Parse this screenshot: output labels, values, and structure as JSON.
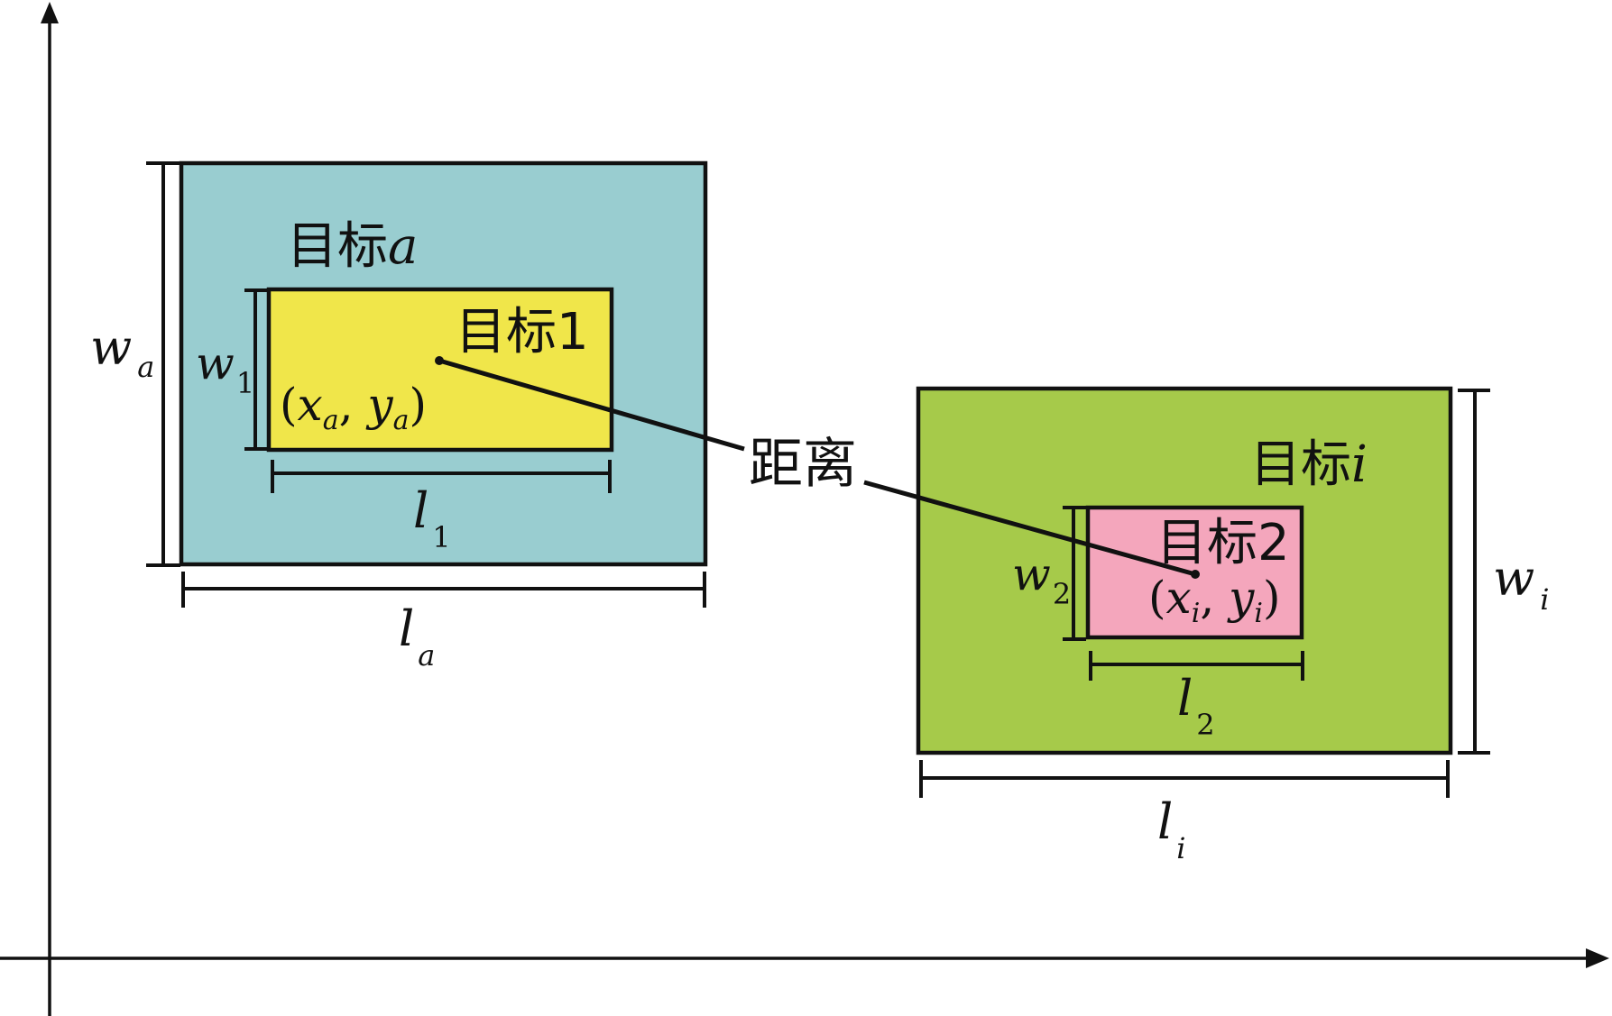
{
  "colors": {
    "target_a_fill": "#99CDD0",
    "target_1_fill": "#F0E64A",
    "target_i_fill": "#A6CA4A",
    "target_2_fill": "#F4A6BC",
    "stroke": "#111111"
  },
  "labels": {
    "target_a": "目标",
    "target_a_var": "a",
    "target_1": "目标1",
    "target_i": "目标",
    "target_i_var": "i",
    "target_2": "目标2",
    "distance": "距离",
    "w_a": "w",
    "w_a_sub": "a",
    "l_a": "l",
    "l_a_sub": "a",
    "w_1": "w",
    "w_1_sub": "1",
    "l_1": "l",
    "l_1_sub": "1",
    "w_2": "w",
    "w_2_sub": "2",
    "l_2": "l",
    "l_2_sub": "2",
    "w_i": "w",
    "w_i_sub": "i",
    "l_i": "l",
    "l_i_sub": "i",
    "coord_a": {
      "open": "(",
      "x": "x",
      "x_sub": "a",
      "sep": ", ",
      "y": "y",
      "y_sub": "a",
      "close": ")"
    },
    "coord_i": {
      "open": "(",
      "x": "x",
      "x_sub": "i",
      "sep": ", ",
      "y": "y",
      "y_sub": "i",
      "close": ")"
    }
  }
}
